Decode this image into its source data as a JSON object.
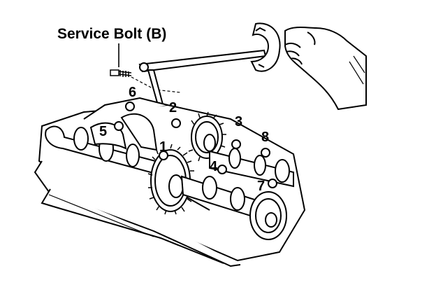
{
  "figure": {
    "title": "Service Bolt (B)",
    "bolt_numbers": [
      "1",
      "2",
      "3",
      "4",
      "5",
      "6",
      "7",
      "8"
    ]
  }
}
